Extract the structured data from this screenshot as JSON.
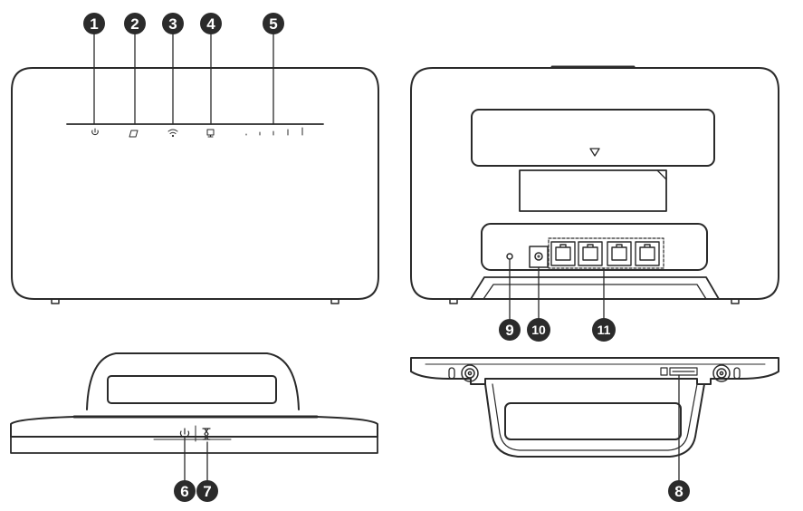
{
  "callouts": {
    "c1": "1",
    "c2": "2",
    "c3": "3",
    "c4": "4",
    "c5": "5",
    "c6": "6",
    "c7": "7",
    "c8": "8",
    "c9": "9",
    "c10": "10",
    "c11": "11"
  },
  "colors": {
    "outline": "#2a2a2a",
    "callout_fill": "#2b2b2b",
    "callout_text": "#ffffff",
    "background": "#ffffff"
  }
}
